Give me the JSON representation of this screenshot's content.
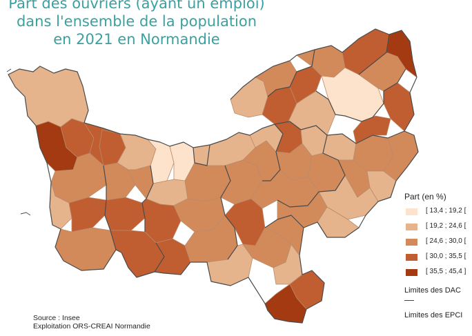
{
  "title": {
    "line1": "Part des ouvriers (ayant un emploi)",
    "line2": "dans l'ensemble de la population",
    "line3": "en 2021 en Normandie"
  },
  "legend": {
    "title": "Part (en %)",
    "classes": [
      {
        "label": "[ 13,4 ; 19,2 [",
        "color": "#fde3cc"
      },
      {
        "label": "[ 19,2 ; 24,6 [",
        "color": "#e6b48c"
      },
      {
        "label": "[ 24,6 ; 30,0 [",
        "color": "#d38a5b"
      },
      {
        "label": "[ 30,0 ; 35,5 [",
        "color": "#c05e31"
      },
      {
        "label": "[ 35,5 ; 45,4 ]",
        "color": "#a33a12"
      }
    ],
    "boundaries": {
      "dac": "Limites des DAC",
      "epci": "Limites des EPCI"
    }
  },
  "source": {
    "line1": "Source : Insee",
    "line2": "Exploitation ORS-CREAI Normandie"
  }
}
